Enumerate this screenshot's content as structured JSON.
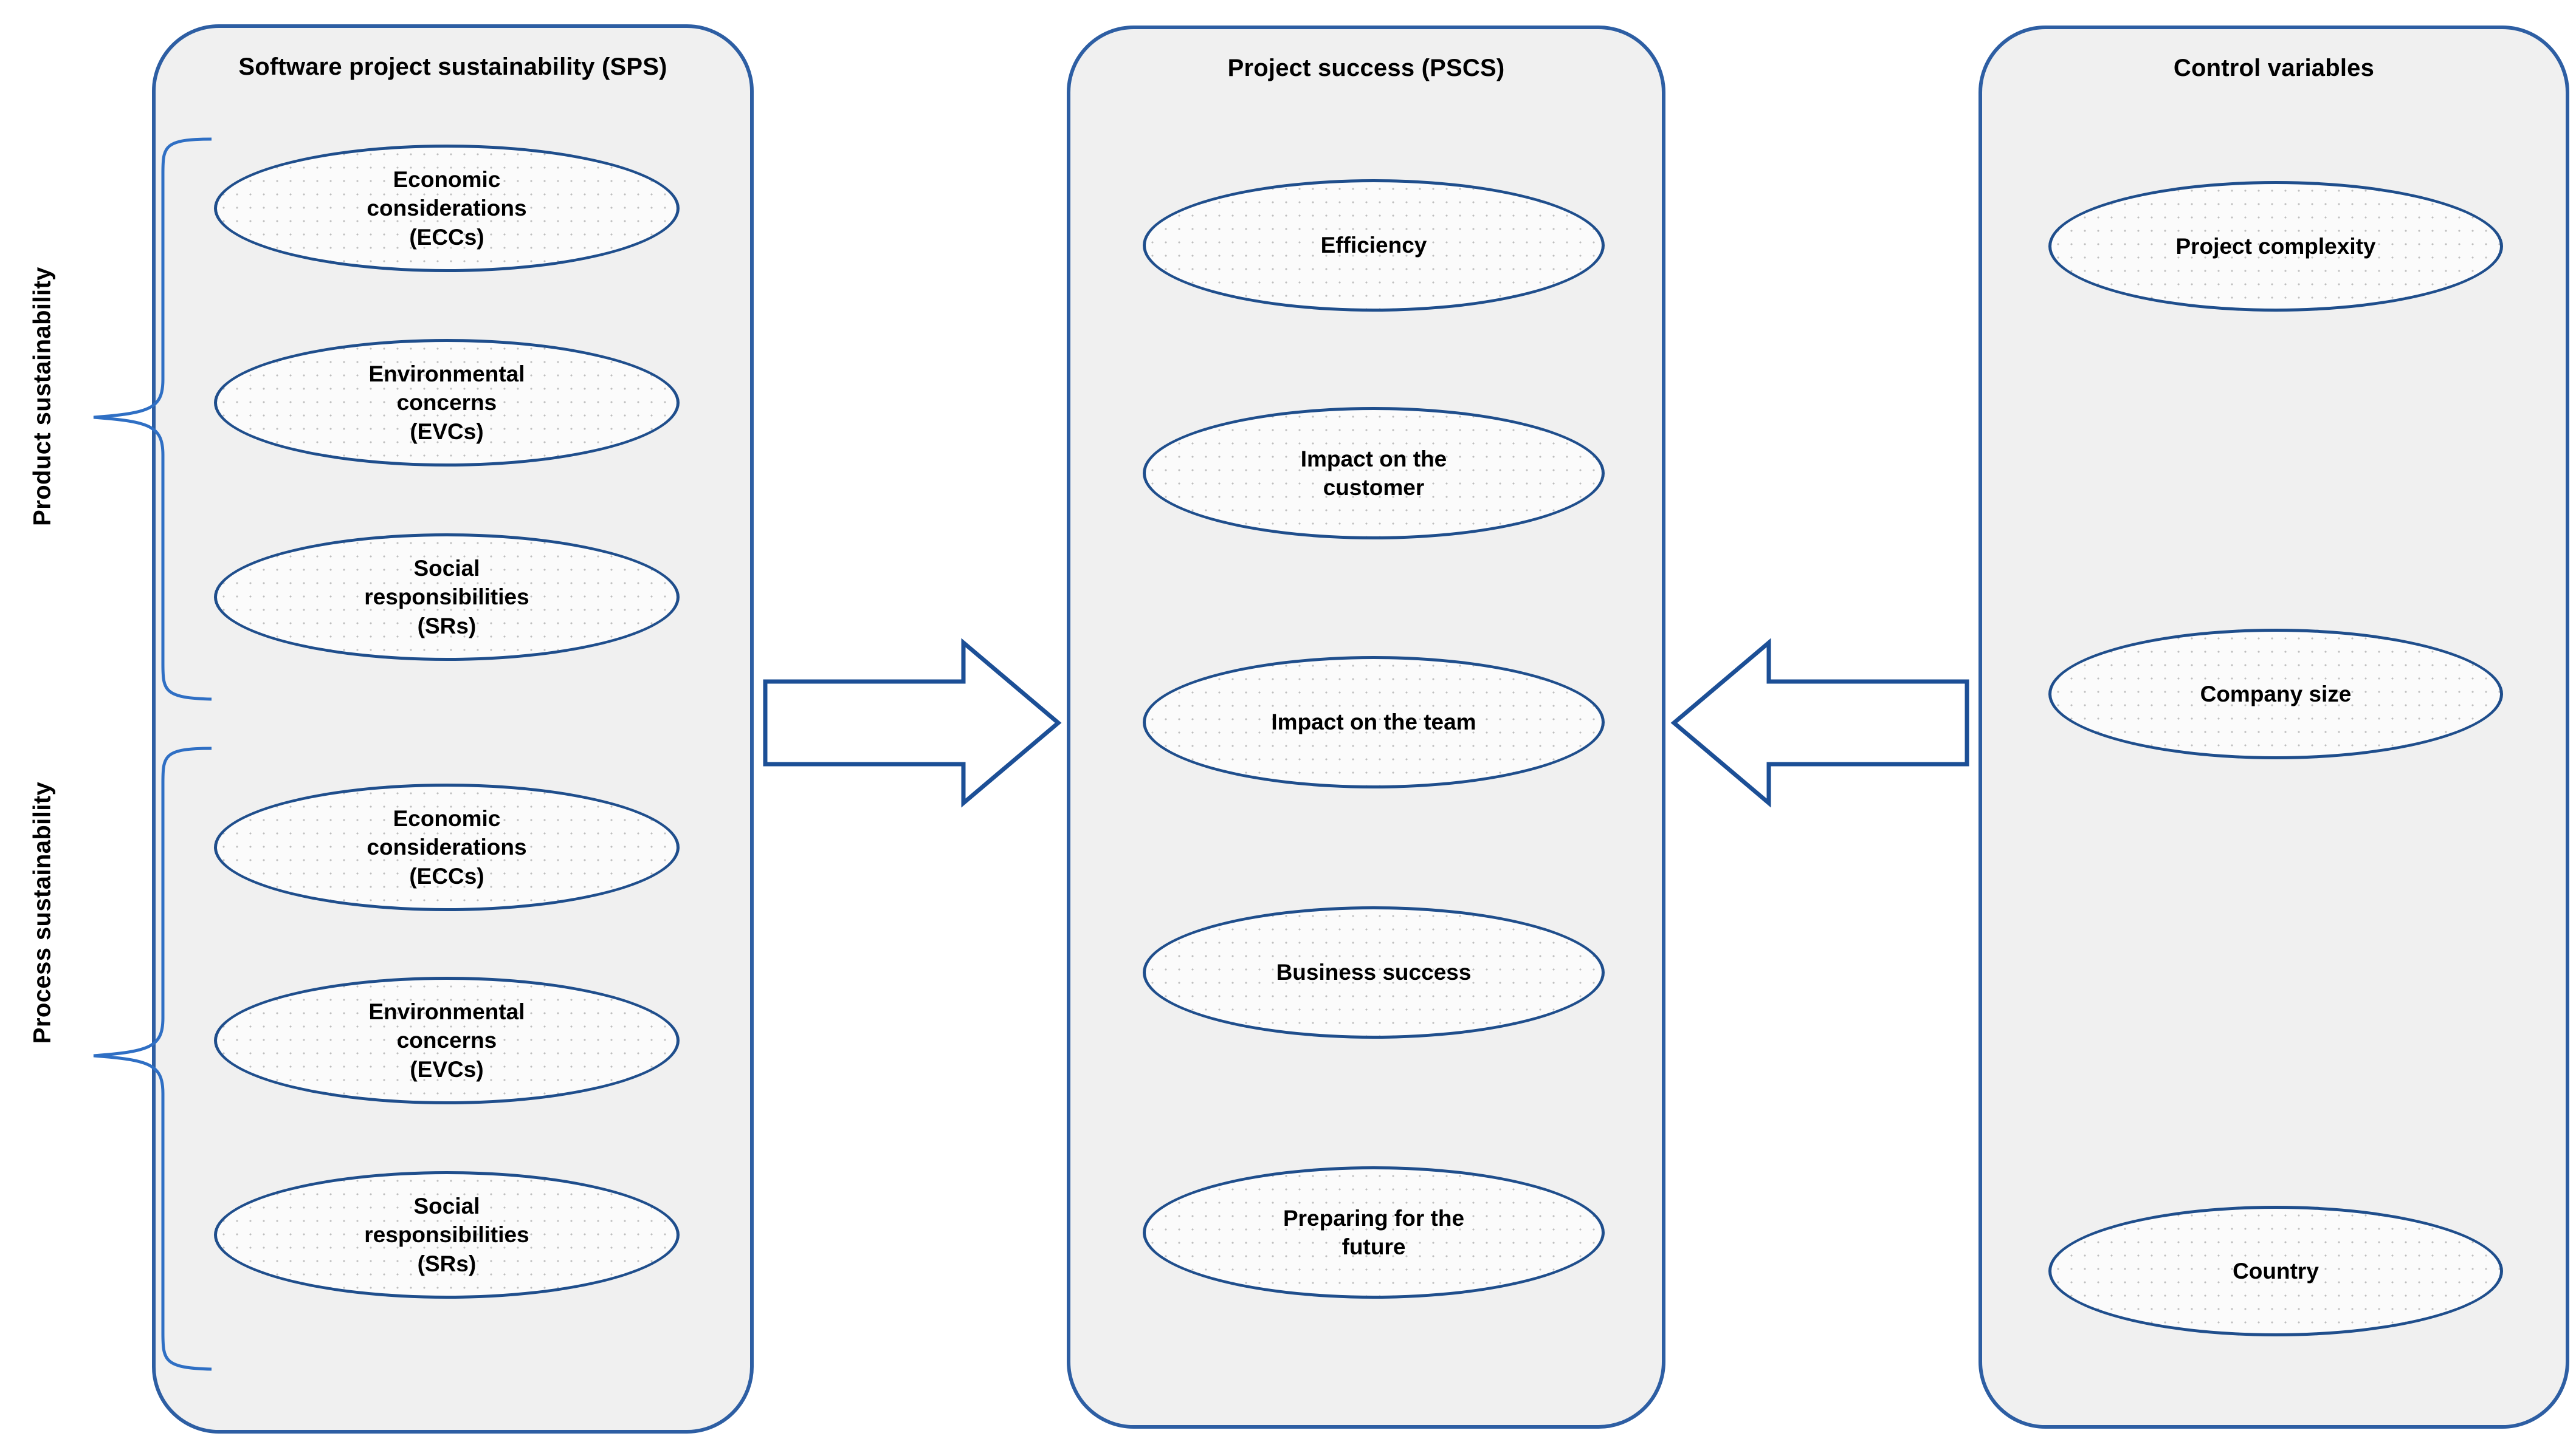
{
  "figure": {
    "type": "conceptual-research-model",
    "background_color": "#ffffff",
    "panel_fill": "#f0f0f0",
    "panel_border_color": "#2d5ea3",
    "node_border_color": "#1f4e8c",
    "arrow_color": "#1f4e8c"
  },
  "side_labels": [
    {
      "id": "product",
      "text": "Product  sustainability"
    },
    {
      "id": "process",
      "text": "Process sustainability"
    }
  ],
  "panels": [
    {
      "id": "sps",
      "title": "Software project sustainability (SPS)",
      "groups": [
        {
          "id": "product-sustainability",
          "label": "Product  sustainability",
          "nodes": [
            {
              "id": "product-eccs",
              "text": "Economic\nconsiderations\n(ECCs)"
            },
            {
              "id": "product-evcs",
              "text": "Environmental\nconcerns\n(EVCs)"
            },
            {
              "id": "product-srs",
              "text": "Social\nresponsibilities\n(SRs)"
            }
          ]
        },
        {
          "id": "process-sustainability",
          "label": "Process sustainability",
          "nodes": [
            {
              "id": "process-eccs",
              "text": "Economic\nconsiderations\n(ECCs)"
            },
            {
              "id": "process-evcs",
              "text": "Environmental\nconcerns\n(EVCs)"
            },
            {
              "id": "process-srs",
              "text": "Social\nresponsibilities\n(SRs)"
            }
          ]
        }
      ]
    },
    {
      "id": "pscs",
      "title": "Project success (PSCS)",
      "nodes": [
        {
          "id": "efficiency",
          "text": "Efficiency"
        },
        {
          "id": "impact-customer",
          "text": "Impact on the\ncustomer"
        },
        {
          "id": "impact-team",
          "text": "Impact on the team"
        },
        {
          "id": "business-success",
          "text": "Business success"
        },
        {
          "id": "preparing-future",
          "text": "Preparing for the\nfuture"
        }
      ]
    },
    {
      "id": "control",
      "title": "Control variables",
      "nodes": [
        {
          "id": "project-complexity",
          "text": "Project complexity"
        },
        {
          "id": "company-size",
          "text": "Company size"
        },
        {
          "id": "country",
          "text": "Country"
        }
      ]
    }
  ],
  "arrows": [
    {
      "id": "sps-to-pscs",
      "direction": "right",
      "from": "sps",
      "to": "pscs"
    },
    {
      "id": "control-to-pscs",
      "direction": "left",
      "from": "control",
      "to": "pscs"
    }
  ]
}
